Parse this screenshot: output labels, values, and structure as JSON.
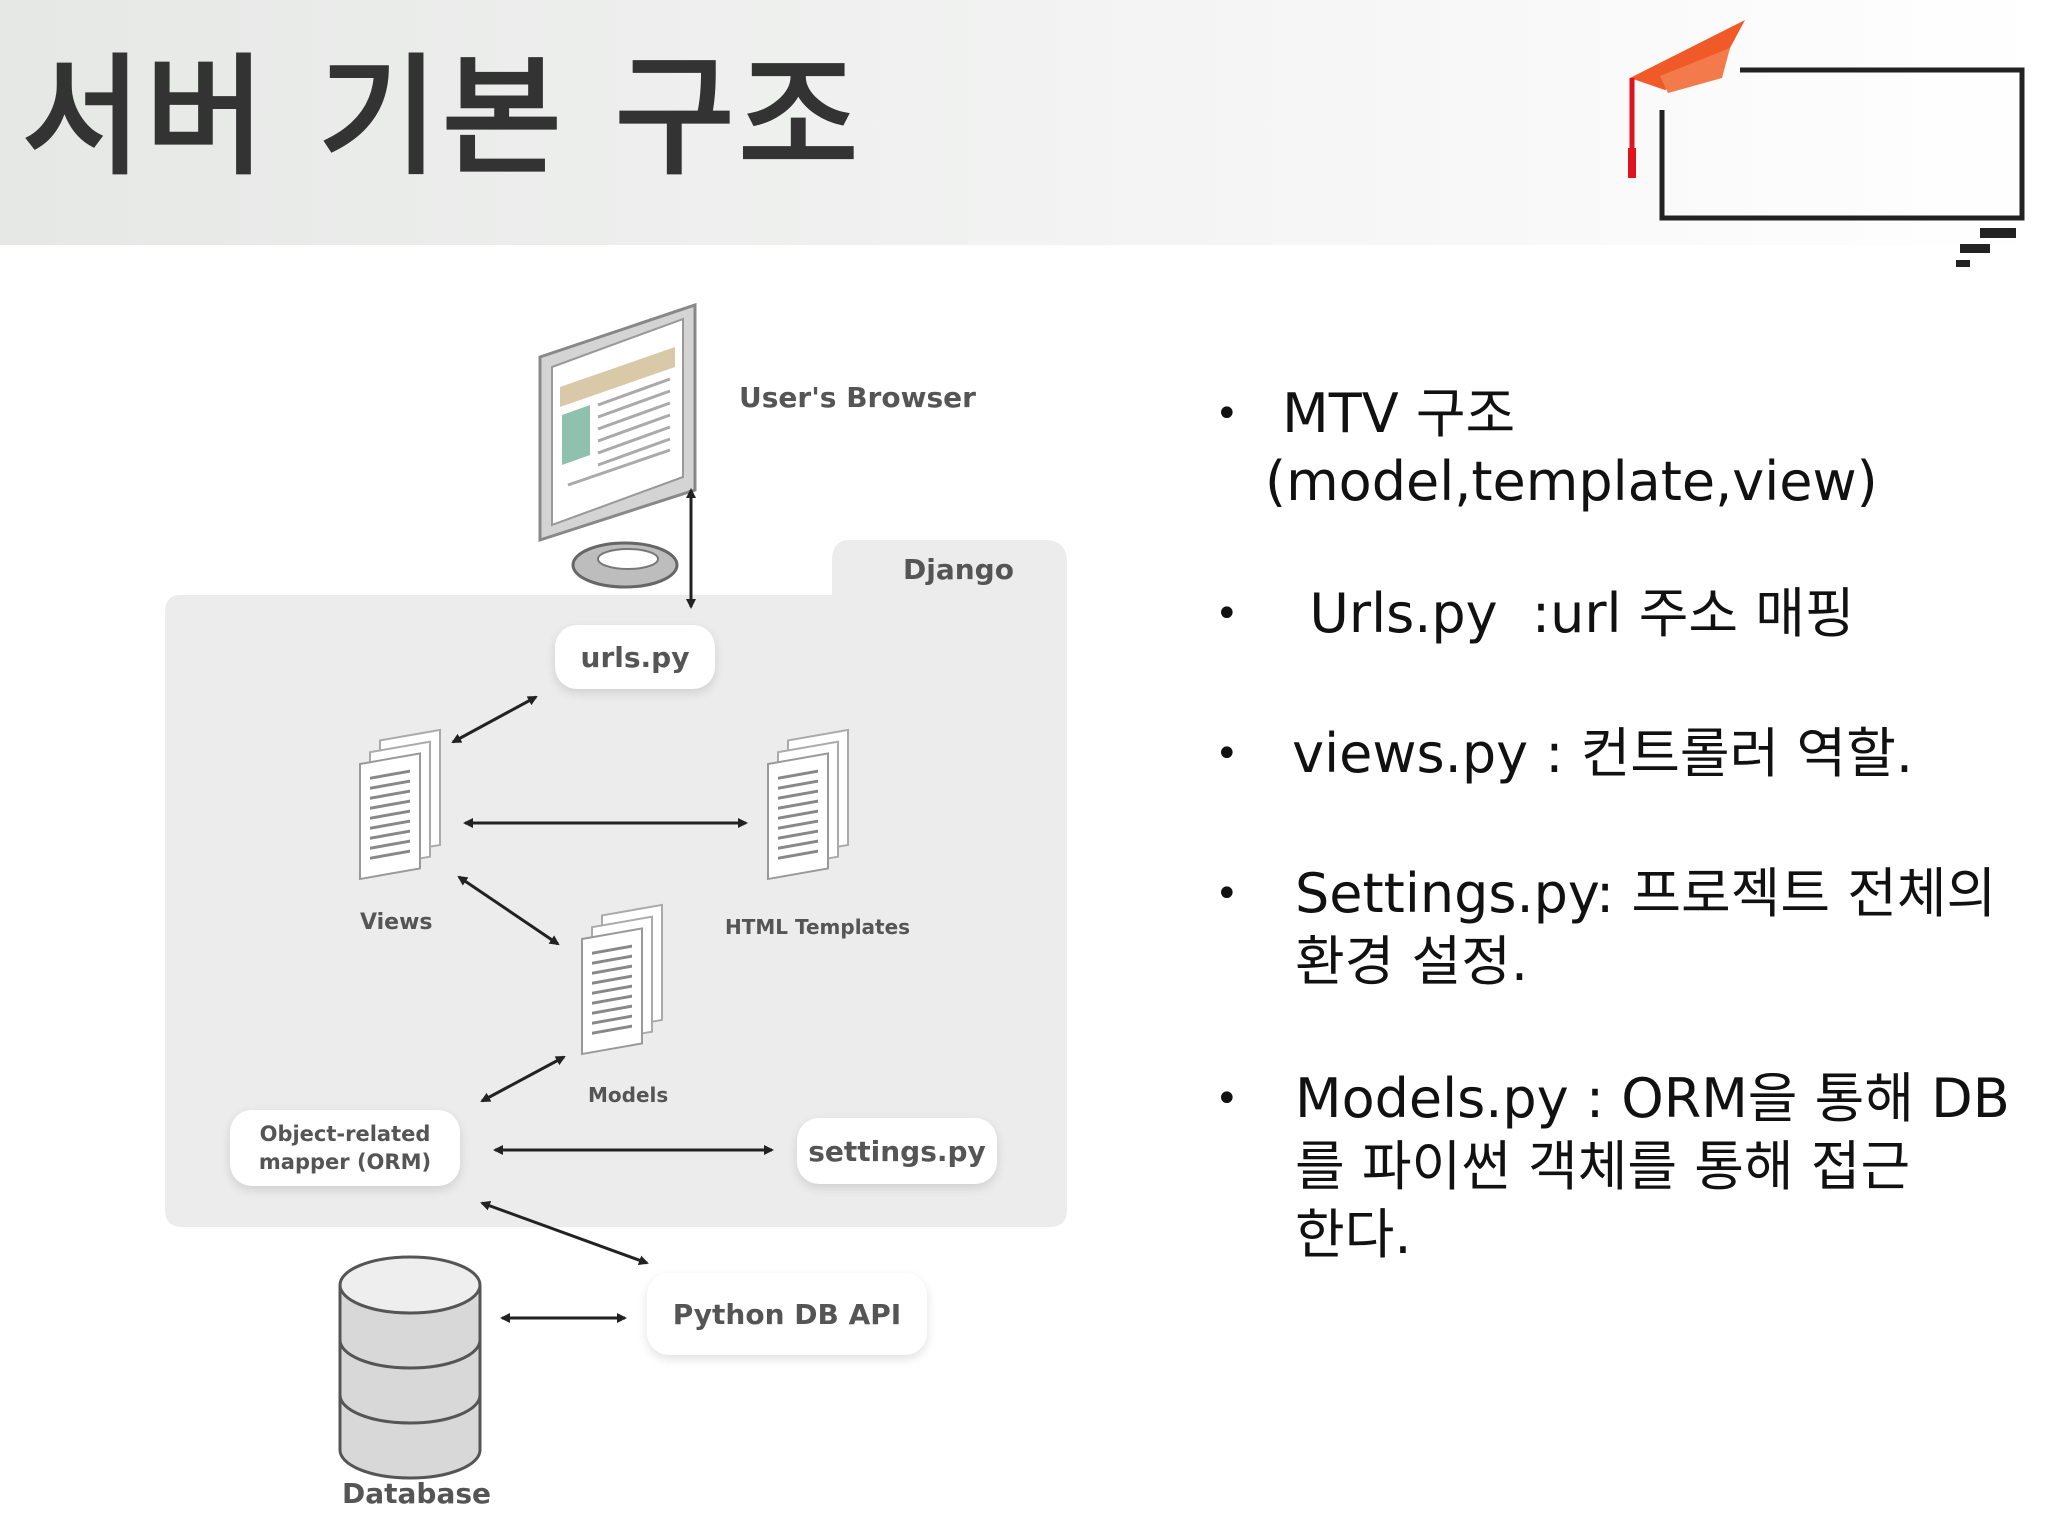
{
  "slide": {
    "title": "서버 기본 구조"
  },
  "diagram": {
    "browser_label": "User's Browser",
    "django_label": "Django",
    "urls_label": "urls.py",
    "views_label": "Views",
    "templates_label": "HTML Templates",
    "models_label": "Models",
    "orm_label_line1": "Object-related",
    "orm_label_line2": "mapper (ORM)",
    "settings_label": "settings.py",
    "dbapi_label": "Python DB API",
    "database_label": "Database"
  },
  "bullets": [
    {
      "text": " MTV 구조\n(model,template,view)"
    },
    {
      "text": "  Urls.py  :url 주소 매핑"
    },
    {
      "text": " views.py : 컨트롤러 역할."
    },
    {
      "text": "Settings.py: 프로젝트 전체의\n환경 설정."
    },
    {
      "text": "Models.py : ORM을 통해 DB\n를 파이썬 객체를 통해 접근\n한다."
    }
  ],
  "bullet_marker": "•",
  "colors": {
    "title": "#333333",
    "logo_cap": "#f05a28",
    "logo_tassel": "#e0141e",
    "diagram_panel": "#ececec"
  }
}
